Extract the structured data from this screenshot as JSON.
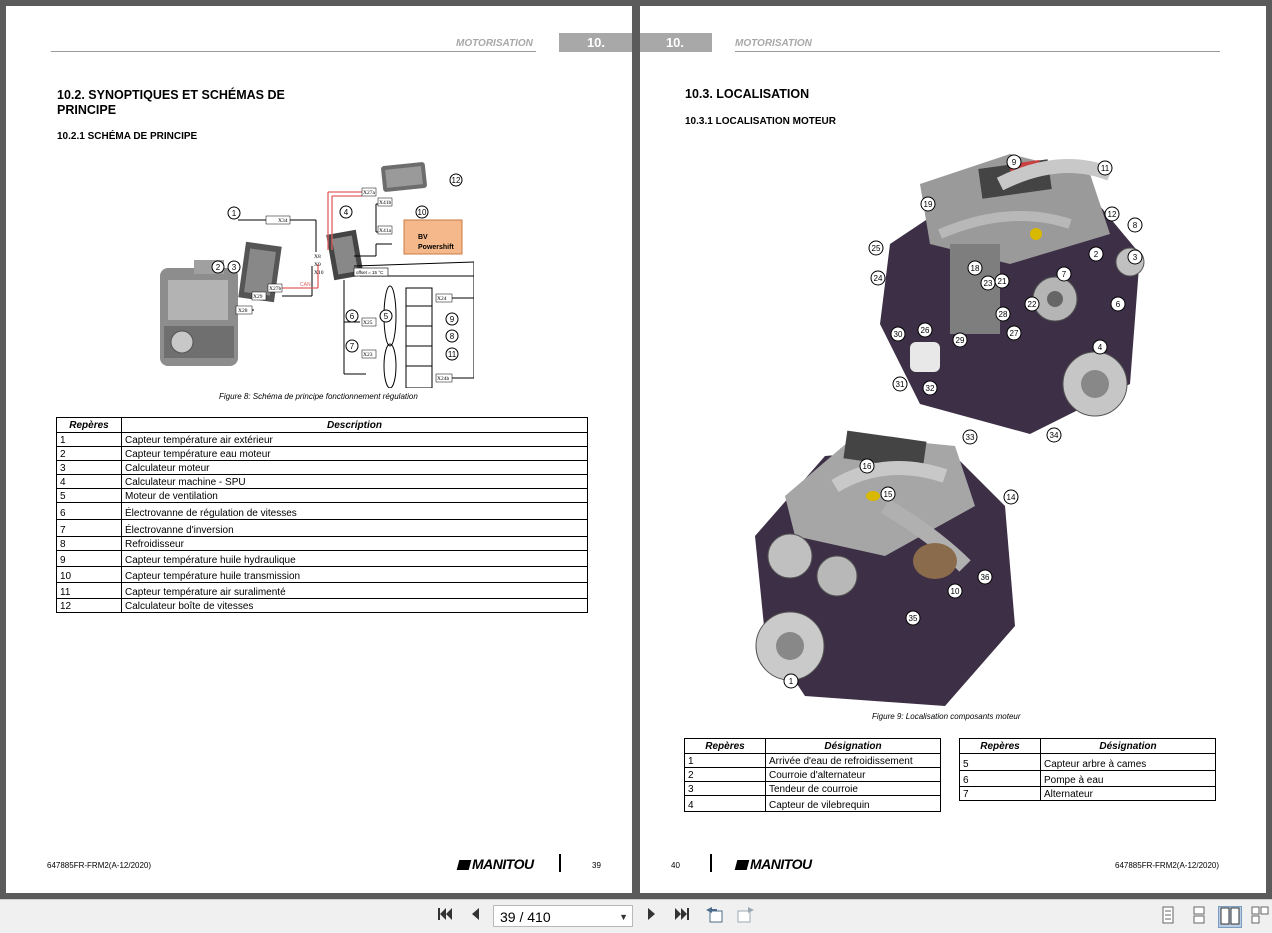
{
  "left_page": {
    "header_title": "MOTORISATION",
    "header_tab": "10.",
    "section_title_line1": "10.2. SYNOPTIQUES ET SCHÉMAS DE",
    "section_title_line2": "PRINCIPE",
    "subsection_title": "10.2.1 SCHÉMA DE PRINCIPE",
    "diagram": {
      "connectors": [
        "X34",
        "X28",
        "X29",
        "X27b",
        "X27a",
        "X8",
        "X9",
        "X10",
        "X41b",
        "X41a",
        "X24",
        "X25",
        "X23",
        "X24b"
      ],
      "bv_label_line1": "BV",
      "bv_label_line2": "Powershift",
      "can_label": "CAN",
      "offset_label": "offset = 15 °C",
      "callouts": [
        "1",
        "2",
        "3",
        "4",
        "5",
        "6",
        "7",
        "8",
        "9",
        "10",
        "11",
        "12"
      ]
    },
    "figure_caption": "Figure 8: Schéma de principe fonctionnement régulation",
    "table": {
      "headers": [
        "Repères",
        "Description"
      ],
      "rows": [
        [
          "1",
          "Capteur température air extérieur"
        ],
        [
          "2",
          "Capteur température eau moteur"
        ],
        [
          "3",
          "Calculateur moteur"
        ],
        [
          "4",
          "Calculateur machine - SPU"
        ],
        [
          "5",
          "Moteur de ventilation"
        ],
        [
          "6",
          "Électrovanne de régulation de vitesses"
        ],
        [
          "7",
          "Électrovanne d'inversion"
        ],
        [
          "8",
          "Refroidisseur"
        ],
        [
          "9",
          "Capteur température huile hydraulique"
        ],
        [
          "10",
          "Capteur température huile transmission"
        ],
        [
          "11",
          "Capteur température air suralimenté"
        ],
        [
          "12",
          "Calculateur boîte de vitesses"
        ]
      ]
    },
    "footer_code": "647885FR-FRM2(A-12/2020)",
    "footer_logo": "MANITOU",
    "page_number": "39"
  },
  "right_page": {
    "header_title": "MOTORISATION",
    "header_tab": "10.",
    "section_title": "10.3. LOCALISATION",
    "subsection_title": "10.3.1 LOCALISATION MOTEUR",
    "top_callouts": [
      "9",
      "11",
      "19",
      "12",
      "8",
      "25",
      "2",
      "3",
      "24",
      "18",
      "23",
      "21",
      "7",
      "6",
      "28",
      "22",
      "26",
      "30",
      "29",
      "27",
      "4",
      "31",
      "32",
      "33",
      "34"
    ],
    "bottom_callouts": [
      "16",
      "15",
      "14",
      "36",
      "10",
      "35",
      "1"
    ],
    "figure_caption": "Figure 9: Localisation composants moteur",
    "table_left": {
      "headers": [
        "Repères",
        "Désignation"
      ],
      "rows": [
        [
          "1",
          "Arrivée d'eau de refroidissement"
        ],
        [
          "2",
          "Courroie d'alternateur"
        ],
        [
          "3",
          "Tendeur de courroie"
        ],
        [
          "4",
          "Capteur de vilebrequin"
        ]
      ]
    },
    "table_right": {
      "headers": [
        "Repères",
        "Désignation"
      ],
      "rows": [
        [
          "5",
          "Capteur arbre à cames"
        ],
        [
          "6",
          "Pompe à eau"
        ],
        [
          "7",
          "Alternateur"
        ]
      ]
    },
    "footer_code": "647885FR-FRM2(A-12/2020)",
    "footer_logo": "MANITOU",
    "page_number": "40"
  },
  "toolbar": {
    "page_indicator": "39 / 410"
  },
  "colors": {
    "viewer_bg": "#5b5b5b",
    "header_gray": "#a8a8a8",
    "bv_box": "#f5b88a",
    "can_wire": "#e06060",
    "engine_body": "#3d2f45"
  }
}
